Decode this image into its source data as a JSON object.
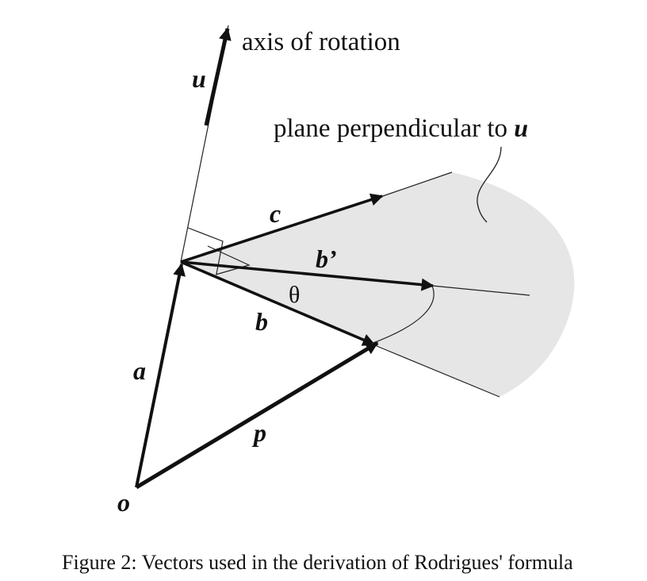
{
  "figure": {
    "labels": {
      "u": "u",
      "axis_of_rotation": "axis of rotation",
      "plane_perpendicular": "plane perpendicular to ",
      "plane_u": "u",
      "c": "c",
      "b_prime": "b’",
      "theta": "θ",
      "b": "b",
      "a": "a",
      "p": "p",
      "o": "o"
    },
    "caption": "Figure 2: Vectors used in the derivation of Rodrigues' formula"
  }
}
